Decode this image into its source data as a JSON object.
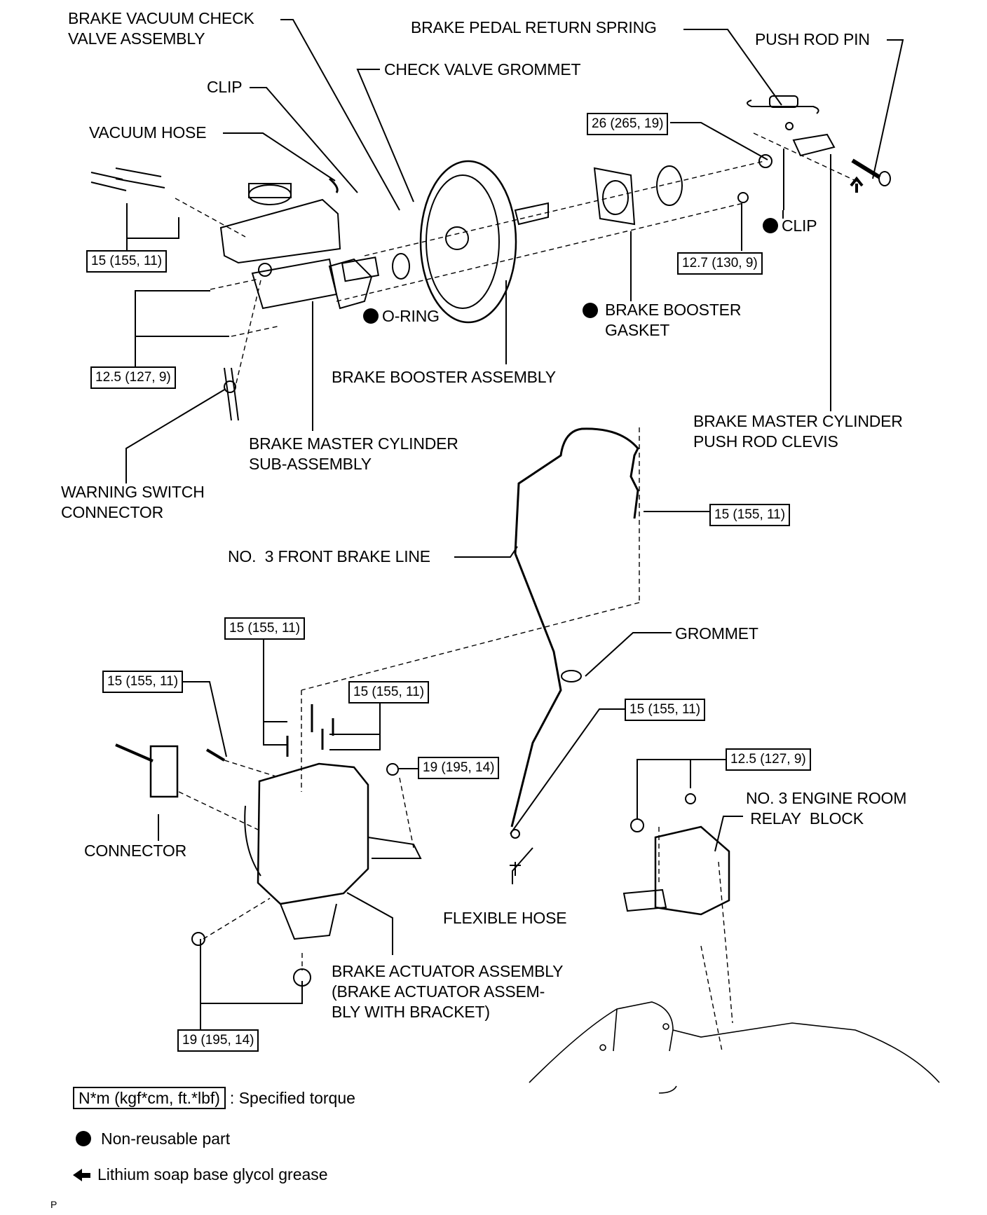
{
  "diagram": {
    "labels": {
      "brake_vacuum_check_valve": "BRAKE VACUUM CHECK\nVALVE ASSEMBLY",
      "clip_top": "CLIP",
      "vacuum_hose": "VACUUM HOSE",
      "check_valve_grommet": "CHECK VALVE GROMMET",
      "brake_pedal_return_spring": "BRAKE PEDAL RETURN SPRING",
      "push_rod_pin": "PUSH ROD PIN",
      "clip_right": "CLIP",
      "o_ring": "O-RING",
      "brake_booster_gasket": "BRAKE BOOSTER\nGASKET",
      "brake_booster_assembly": "BRAKE BOOSTER ASSEMBLY",
      "brake_master_cylinder_push_rod_clevis": "BRAKE MASTER CYLINDER\nPUSH ROD CLEVIS",
      "brake_master_cylinder_sub_assembly": "BRAKE MASTER CYLINDER\nSUB-ASSEMBLY",
      "warning_switch_connector": "WARNING SWITCH\nCONNECTOR",
      "no3_front_brake_line": "NO.  3 FRONT BRAKE LINE",
      "grommet": "GROMMET",
      "connector": "CONNECTOR",
      "no3_engine_room_relay_block": "NO. 3 ENGINE ROOM\n RELAY  BLOCK",
      "flexible_hose": "FLEXIBLE HOSE",
      "brake_actuator_assembly": "BRAKE ACTUATOR ASSEMBLY\n(BRAKE ACTUATOR ASSEM-\nBLY WITH BRACKET)"
    },
    "torques": {
      "booster_nut": "26 (265, 19)",
      "mc_brake_lines": "15 (155, 11)",
      "mc_nuts": "12.5 (127, 9)",
      "booster_rear_nut": "12.7 (130, 9)",
      "front_line_upper": "15 (155, 11)",
      "actuator_lines_top": "15 (155, 11)",
      "actuator_line_left": "15 (155, 11)",
      "actuator_lines_right": "15 (155, 11)",
      "actuator_bracket_bolt": "19 (195, 14)",
      "flexible_hose_joint": "15 (155, 11)",
      "relay_block": "12.5 (127, 9)",
      "actuator_lower_bolts": "19 (195, 14)"
    },
    "non_reusable_parts": [
      "O-RING",
      "BRAKE BOOSTER GASKET",
      "CLIP"
    ],
    "greased_parts": [
      "PUSH ROD PIN"
    ]
  },
  "legend": {
    "torque_unit": "N*m (kgf*cm, ft.*lbf)",
    "torque_desc": ": Specified torque",
    "non_reusable": "Non-reusable part",
    "grease": "Lithium soap base glycol grease"
  },
  "footer_mark": "P"
}
